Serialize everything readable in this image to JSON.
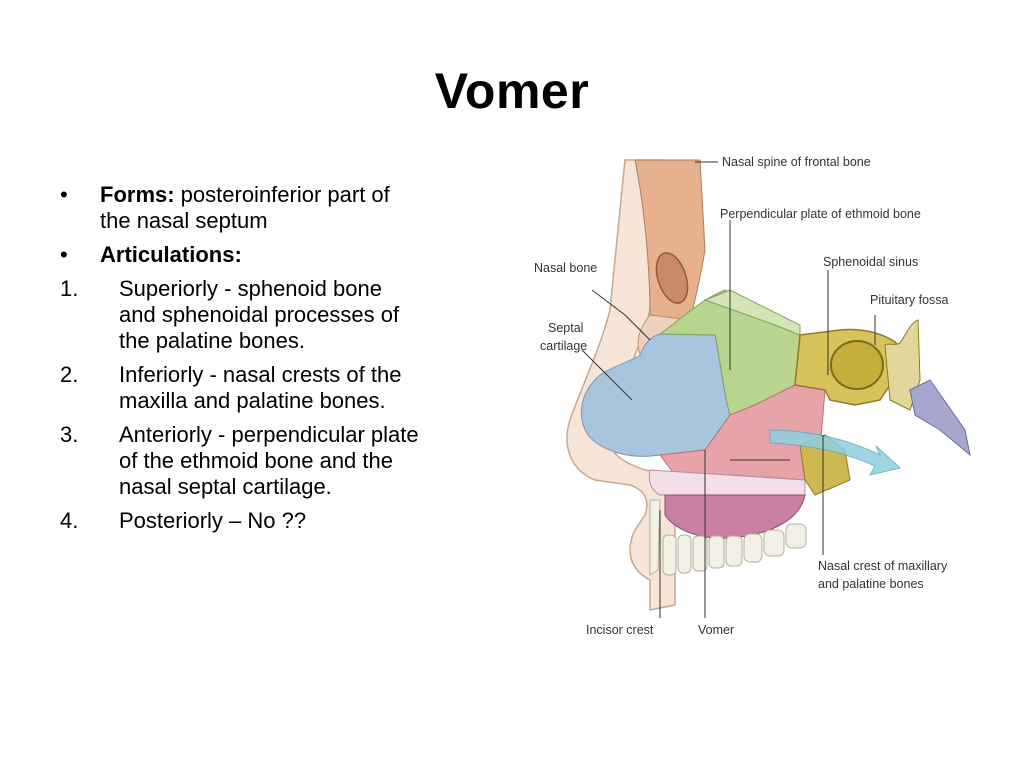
{
  "title": "Vomer",
  "bullets": [
    {
      "label": "Forms:",
      "text": " posteroinferior part of the nasal septum"
    },
    {
      "label": "Articulations:",
      "text": ""
    }
  ],
  "numbered": [
    {
      "num": "1.",
      "text": "Superiorly - sphenoid bone and sphenoidal processes of the palatine bones."
    },
    {
      "num": "2.",
      "text": "Inferiorly - nasal crests of the maxilla and palatine bones."
    },
    {
      "num": "3.",
      "text": "Anteriorly - perpendicular plate of the ethmoid bone and the nasal septal cartilage."
    },
    {
      "num": "4.",
      "text": "Posteriorly – No ??"
    }
  ],
  "figure": {
    "labels": {
      "nasal_spine": "Nasal spine of frontal bone",
      "perp_plate": "Perpendicular plate of ethmoid bone",
      "sphenoidal_sinus": "Sphenoidal sinus",
      "pituitary_fossa": "Pituitary fossa",
      "nasal_bone": "Nasal bone",
      "septal_line1": "Septal",
      "septal_line2": "cartilage",
      "nasal_crest_line1": "Nasal crest of maxillary",
      "nasal_crest_line2": "and palatine bones",
      "incisor_crest": "Incisor crest",
      "vomer": "Vomer"
    }
  },
  "colors": {
    "septal_cartilage": "#a9c4dd",
    "perpendicular_plate": "#b9d48e",
    "vomer": "#e7a3a8",
    "sphenoid": "#d8c35a",
    "frontal_bone": "#e7b08e",
    "skin": "#f7e6d7",
    "palate": "#c97ea3",
    "posterior_bone": "#a7a6cf",
    "arrow": "#8fd0df"
  }
}
